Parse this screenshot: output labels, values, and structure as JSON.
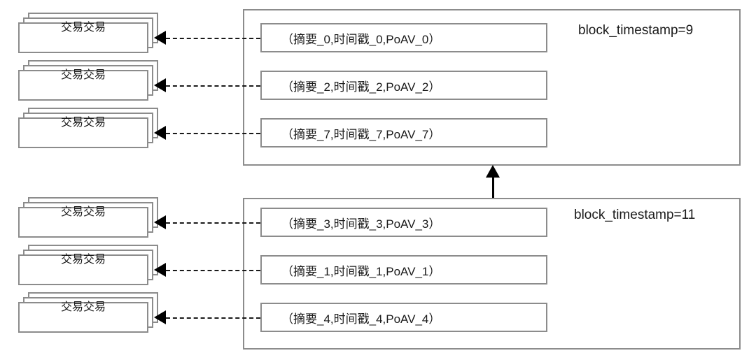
{
  "diagram": {
    "title": "Blockchain block structure with transaction stacks",
    "colors": {
      "border_gray": "#8c8c8c",
      "line_black": "#1a1a1a",
      "background": "#ffffff"
    },
    "transaction_card_label": "交易交易",
    "blocks": [
      {
        "id": "block-upper",
        "timestamp_label": "block_timestamp=9",
        "entries": [
          {
            "text": "（摘要_0,时间戳_0,PoAV_0）"
          },
          {
            "text": "（摘要_2,时间戳_2,PoAV_2）"
          },
          {
            "text": "（摘要_7,时间戳_7,PoAV_7）"
          }
        ]
      },
      {
        "id": "block-lower",
        "timestamp_label": "block_timestamp=11",
        "entries": [
          {
            "text": "（摘要_3,时间戳_3,PoAV_3）"
          },
          {
            "text": "（摘要_1,时间戳_1,PoAV_1）"
          },
          {
            "text": "（摘要_4,时间戳_4,PoAV_4）"
          }
        ]
      }
    ],
    "transaction_stacks": [
      {
        "id": "tx-stack-0",
        "label": "交易交易"
      },
      {
        "id": "tx-stack-1",
        "label": "交易交易"
      },
      {
        "id": "tx-stack-2",
        "label": "交易交易"
      },
      {
        "id": "tx-stack-3",
        "label": "交易交易"
      },
      {
        "id": "tx-stack-4",
        "label": "交易交易"
      },
      {
        "id": "tx-stack-5",
        "label": "交易交易"
      }
    ]
  }
}
